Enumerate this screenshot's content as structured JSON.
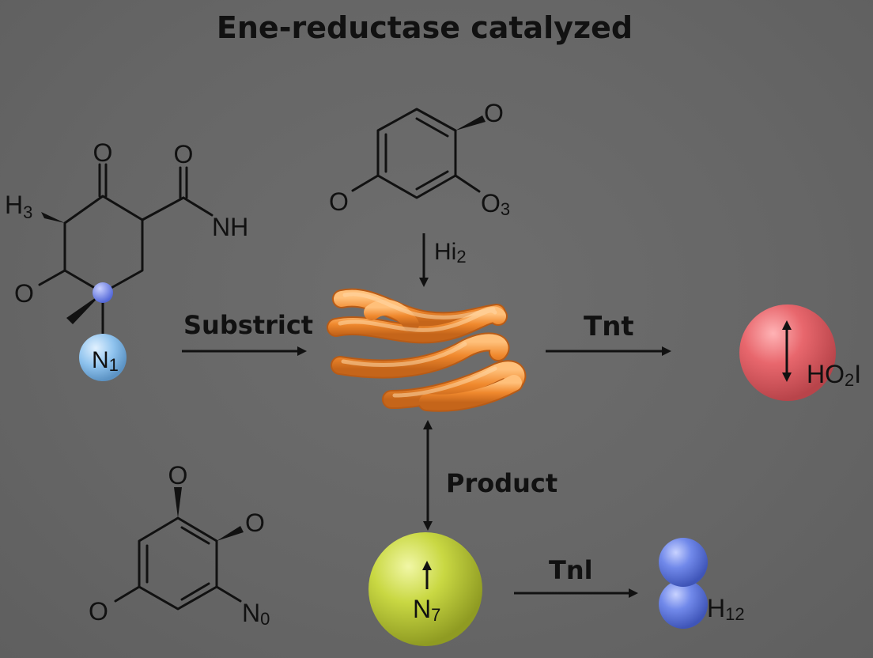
{
  "title": "Ene-reductase catalyzed",
  "labels": {
    "substrate_arrow": "Substrict",
    "right_arrow": "Tnt",
    "product_arrow": "Product",
    "bottom_arrow": "Tnl",
    "top_arrow": "Hi",
    "top_arrow_sub": "2"
  },
  "molecule_left": {
    "h3": "H",
    "h3_sub": "3",
    "o_ketone": "O",
    "o_amide": "O",
    "nh": "NH",
    "o_left": "O",
    "n1": "N",
    "n1_sub": "1"
  },
  "molecule_top": {
    "o_right": "O",
    "o_left": "O",
    "o3": "O",
    "o3_sub": "3"
  },
  "molecule_bottom": {
    "o_top": "O",
    "o_right": "O",
    "o_left": "O",
    "n0": "N",
    "n0_sub": "0"
  },
  "sphere_red": {
    "label": "HO",
    "sub": "2",
    "tail": "I",
    "color": "#e0646a"
  },
  "sphere_green": {
    "label": "N",
    "sub": "7",
    "color": "#c9d843"
  },
  "sphere_blue": {
    "label": "H",
    "sub": "12",
    "color": "#6f86e6"
  },
  "enzyme_color": "#f0892e"
}
